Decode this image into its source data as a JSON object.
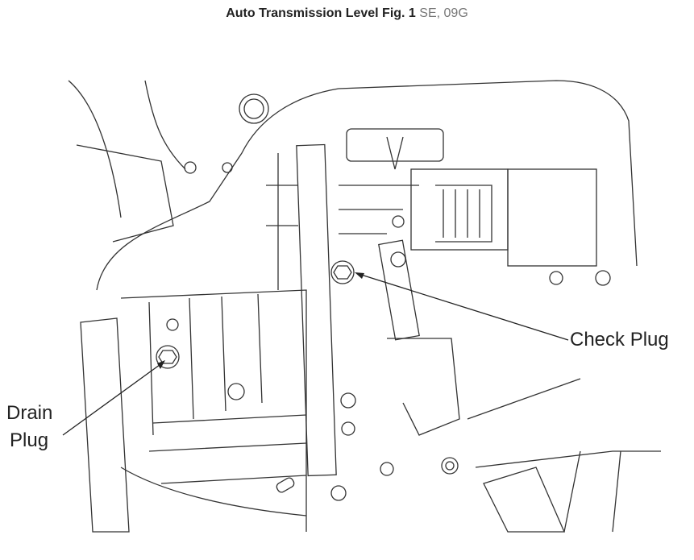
{
  "title": {
    "main": "Auto Transmission Level Fig. 1",
    "sub": "SE, 09G"
  },
  "callouts": {
    "check_plug": "Check Plug",
    "drain_plug_line1": "Drain",
    "drain_plug_line2": "Plug"
  }
}
